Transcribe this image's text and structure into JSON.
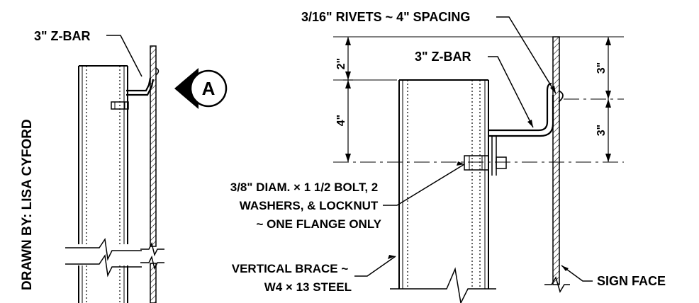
{
  "drawn_by": "DRAWN BY:  LISA CYFORD",
  "left_view": {
    "zbar_label": "3\" Z-BAR",
    "section_marker": "A"
  },
  "right_view": {
    "rivets_label": "3/16\" RIVETS ~ 4\" SPACING",
    "zbar_label": "3\" Z-BAR",
    "bolt_label": [
      "3/8\" DIAM. × 1 1/2 BOLT, 2",
      "WASHERS, & LOCKNUT",
      "~ ONE FLANGE ONLY"
    ],
    "brace_label": [
      "VERTICAL BRACE ~",
      "W4 × 13 STEEL"
    ],
    "sign_face_label": "SIGN FACE",
    "dims": {
      "left_top": "2\"",
      "left_bottom": "4\"",
      "right_top": "3\"",
      "right_bottom": "3\""
    }
  },
  "colors": {
    "line": "#000000",
    "background": "#ffffff"
  }
}
